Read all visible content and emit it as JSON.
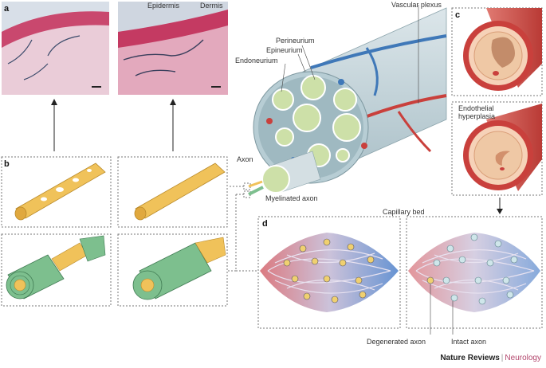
{
  "panels": {
    "a": "a",
    "b": "b",
    "c": "c",
    "d": "d"
  },
  "labels": {
    "epidermis": "Epidermis",
    "dermis": "Dermis",
    "vascular_plexus": "Vascular plexus",
    "perineurium": "Perineurium",
    "epineurium": "Epineurium",
    "endoneurium": "Endoneurium",
    "axon": "Axon",
    "myelinated_axon": "Myelinated axon",
    "endothelial_hyperplasia": "Endothelial\nhyperplasia",
    "capillary_bed": "Capillary bed",
    "degenerated_axon": "Degenerated axon",
    "intact_axon": "Intact axon"
  },
  "footer": {
    "journal": "Nature Reviews",
    "separator": "|",
    "section": "Neurology"
  },
  "colors": {
    "epineurium": "#b7cdd4",
    "artery": "#c9403c",
    "vein": "#3f78b8",
    "axon": "#f0c25a",
    "myelin": "#7dbf8e",
    "tissue": "#e7b8c8"
  }
}
